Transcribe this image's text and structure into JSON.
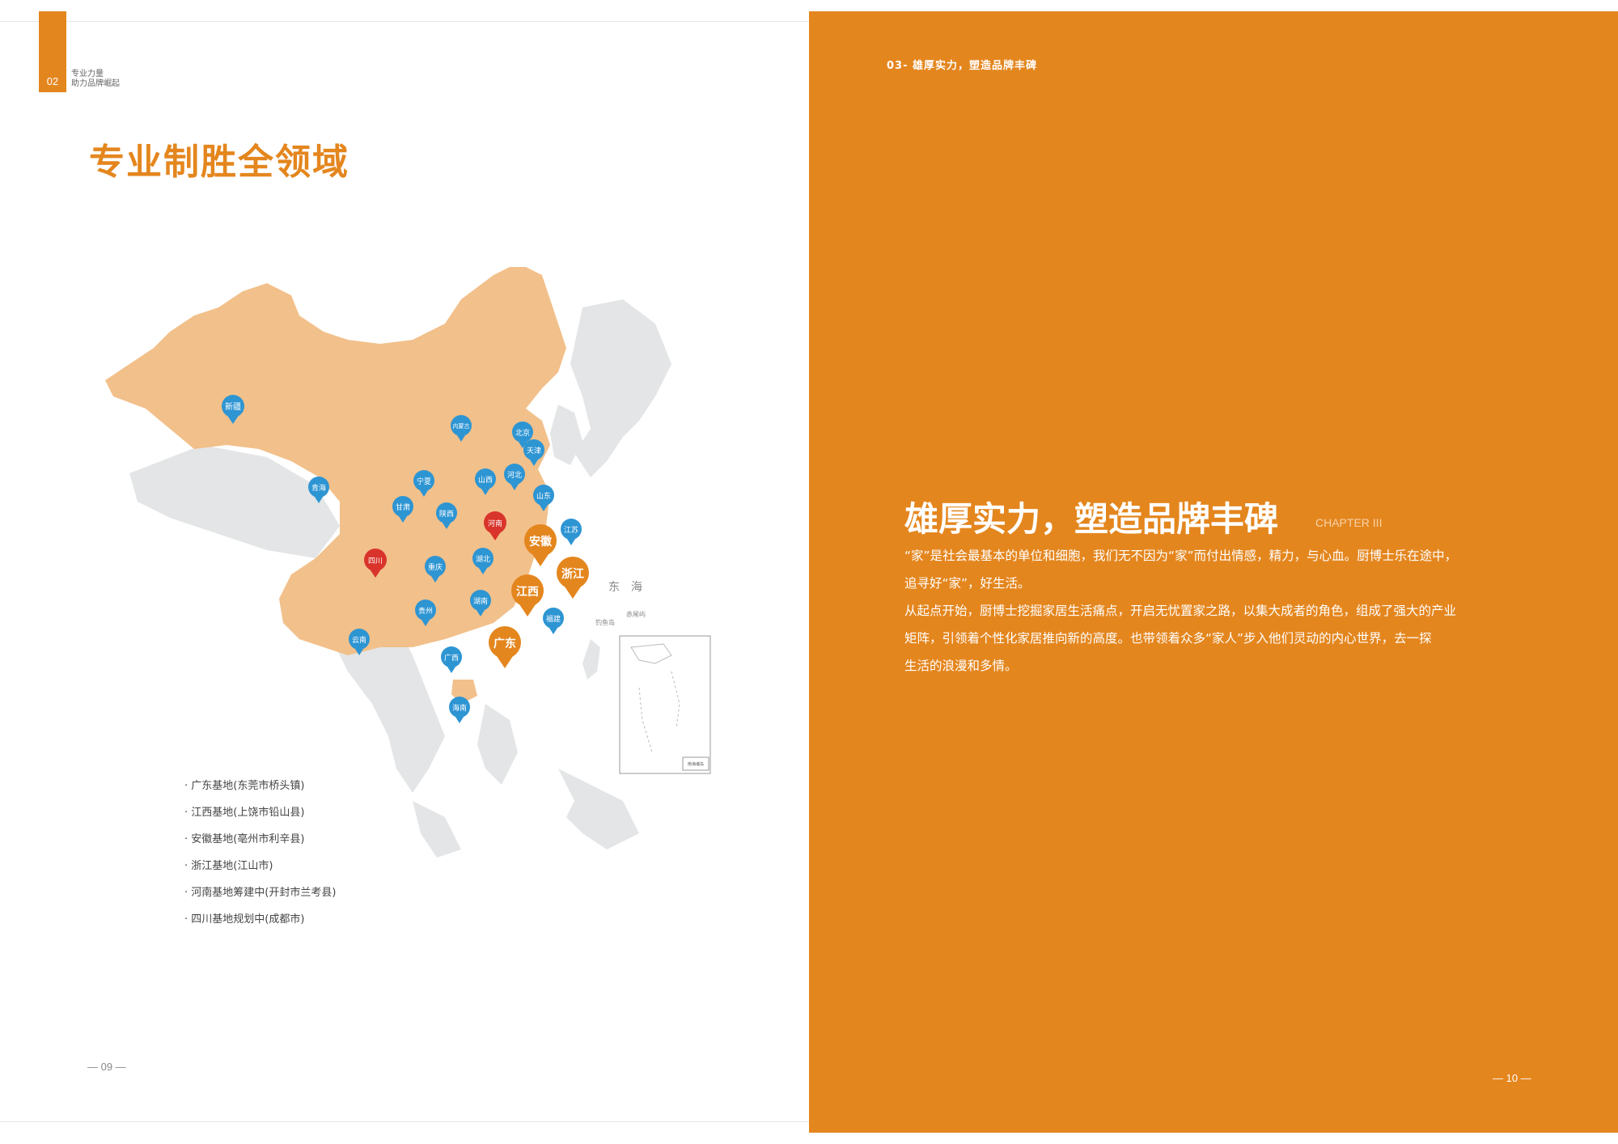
{
  "left_page": {
    "tab_number": "02",
    "tab_line1": "专业力量",
    "tab_line2": "助力品牌崛起",
    "heading": "专业制胜全领域",
    "page_number": "— 09 —",
    "map": {
      "sea_label": "东　海",
      "island1": "钓鱼岛",
      "island2": "赤尾屿",
      "inset_label": "南海诸岛",
      "provinces_blue": [
        "新疆",
        "内蒙古",
        "北京",
        "天津",
        "宁夏",
        "山西",
        "河北",
        "青海",
        "山东",
        "甘肃",
        "陕西",
        "江苏",
        "重庆",
        "湖北",
        "湖南",
        "贵州",
        "福建",
        "云南",
        "广西",
        "海南"
      ],
      "provinces_red": [
        "河南",
        "四川"
      ],
      "provinces_bases": [
        "安徽",
        "浙江",
        "江西",
        "广东"
      ],
      "colors": {
        "province_fill": "#f2c08a",
        "neighbor_fill": "#e3e5e6",
        "marker_blue": "#2e95d3",
        "marker_red": "#d9342b",
        "marker_orange": "#e4861e"
      }
    },
    "legend": [
      "· 广东基地(东莞市桥头镇)",
      "· 江西基地(上饶市铅山县)",
      "· 安徽基地(亳州市利辛县)",
      "· 浙江基地(江山市)",
      "· 河南基地筹建中(开封市兰考县)",
      "· 四川基地规划中(成都市)"
    ]
  },
  "right_page": {
    "chapter_tag": "03- 雄厚实力，塑造品牌丰碑",
    "title": "雄厚实力，塑造品牌丰碑",
    "chapter_label": "CHAPTER III",
    "paragraphs": [
      "“家”是社会最基本的单位和细胞，我们无不因为“家”而付出情感，精力，与心血。厨博士乐在途中，",
      "追寻好“家”，好生活。",
      "从起点开始，厨博士挖掘家居生活痛点，开启无忧置家之路，以集大成者的角色，组成了强大的产业",
      "矩阵，引领着个性化家居推向新的高度。也带领着众多“家人”步入他们灵动的内心世界，去一探",
      "生活的浪漫和多情。"
    ],
    "page_number": "— 10 —",
    "accent_color": "#e4861e"
  }
}
